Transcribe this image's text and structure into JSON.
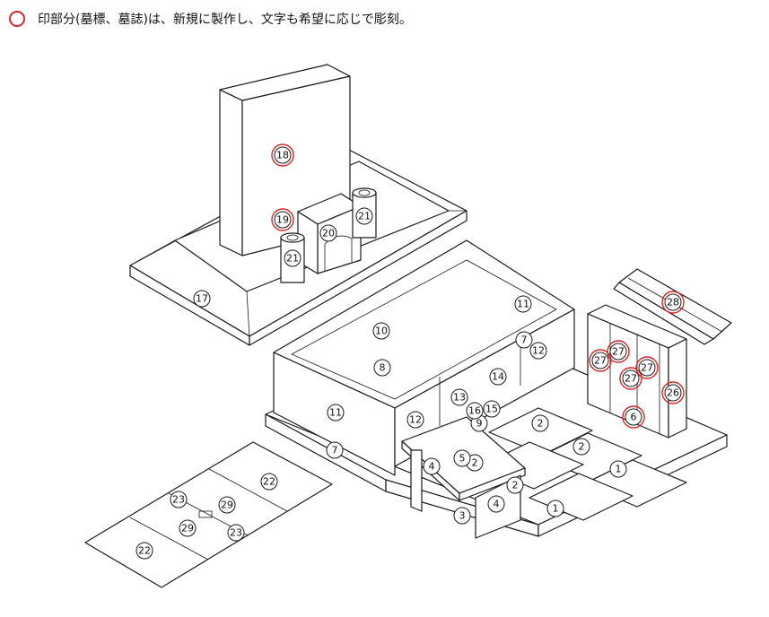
{
  "legend": {
    "ring_color": "#d42a2a",
    "text": "印部分(墓標、墓誌)は、新規に製作し、文字も希望に応じで彫刻。"
  },
  "labels": [
    {
      "id": "p1a",
      "text": "1",
      "red": false
    },
    {
      "id": "p1b",
      "text": "1",
      "red": false
    },
    {
      "id": "p2a",
      "text": "2",
      "red": false
    },
    {
      "id": "p2b",
      "text": "2",
      "red": false
    },
    {
      "id": "p2c",
      "text": "2",
      "red": false
    },
    {
      "id": "p2d",
      "text": "2",
      "red": false
    },
    {
      "id": "p3",
      "text": "3",
      "red": false
    },
    {
      "id": "p4a",
      "text": "4",
      "red": false
    },
    {
      "id": "p4b",
      "text": "4",
      "red": false
    },
    {
      "id": "p5",
      "text": "5",
      "red": false
    },
    {
      "id": "p6",
      "text": "6",
      "red": true
    },
    {
      "id": "p7a",
      "text": "7",
      "red": false
    },
    {
      "id": "p7b",
      "text": "7",
      "red": false
    },
    {
      "id": "p8",
      "text": "8",
      "red": false
    },
    {
      "id": "p9",
      "text": "9",
      "red": false
    },
    {
      "id": "p10",
      "text": "10",
      "red": false
    },
    {
      "id": "p11a",
      "text": "11",
      "red": false
    },
    {
      "id": "p11b",
      "text": "11",
      "red": false
    },
    {
      "id": "p12a",
      "text": "12",
      "red": false
    },
    {
      "id": "p12b",
      "text": "12",
      "red": false
    },
    {
      "id": "p13",
      "text": "13",
      "red": false
    },
    {
      "id": "p14",
      "text": "14",
      "red": false
    },
    {
      "id": "p15",
      "text": "15",
      "red": false
    },
    {
      "id": "p16",
      "text": "16",
      "red": false
    },
    {
      "id": "p17",
      "text": "17",
      "red": false
    },
    {
      "id": "p18",
      "text": "18",
      "red": true
    },
    {
      "id": "p19",
      "text": "19",
      "red": true
    },
    {
      "id": "p20",
      "text": "20",
      "red": false
    },
    {
      "id": "p21a",
      "text": "21",
      "red": false
    },
    {
      "id": "p21b",
      "text": "21",
      "red": false
    },
    {
      "id": "p22a",
      "text": "22",
      "red": false
    },
    {
      "id": "p22b",
      "text": "22",
      "red": false
    },
    {
      "id": "p23a",
      "text": "23",
      "red": false
    },
    {
      "id": "p23b",
      "text": "23",
      "red": false
    },
    {
      "id": "p26",
      "text": "26",
      "red": true
    },
    {
      "id": "p27a",
      "text": "27",
      "red": true
    },
    {
      "id": "p27b",
      "text": "27",
      "red": true
    },
    {
      "id": "p27c",
      "text": "27",
      "red": true
    },
    {
      "id": "p27d",
      "text": "27",
      "red": true
    },
    {
      "id": "p28",
      "text": "28",
      "red": true
    },
    {
      "id": "p29a",
      "text": "29",
      "red": false
    },
    {
      "id": "p29b",
      "text": "29",
      "red": false
    }
  ]
}
